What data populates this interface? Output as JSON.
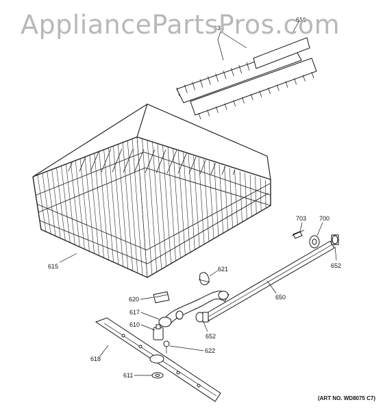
{
  "watermark": "AppliancePartsPros.com",
  "art_number": "(ART NO. WD8075 C7)",
  "callouts": {
    "c616": "616",
    "c633": "633",
    "c615": "615",
    "c703": "703",
    "c700": "700",
    "c652a": "652",
    "c621": "621",
    "c650": "650",
    "c620": "620",
    "c617": "617",
    "c610": "610",
    "c652b": "652",
    "c618": "618",
    "c622": "622",
    "c611": "611"
  }
}
